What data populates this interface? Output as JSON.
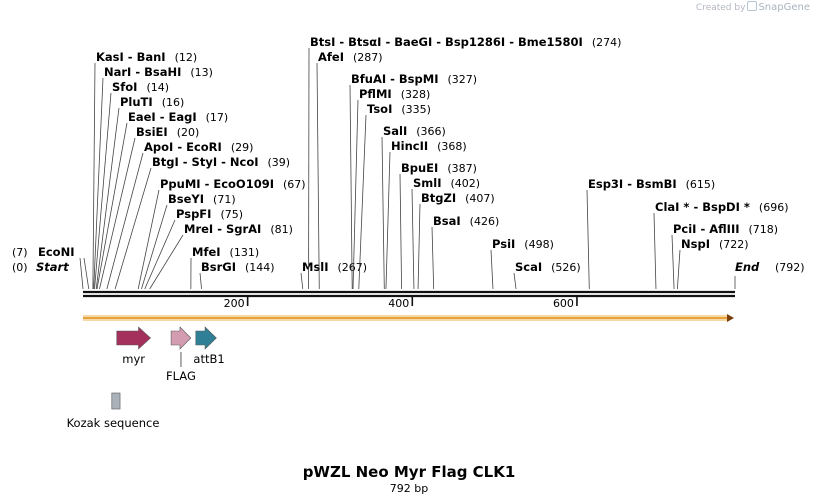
{
  "watermark": {
    "prefix": "Created by",
    "brand": "SnapGene"
  },
  "plasmid": {
    "name": "pWZL Neo Myr Flag CLK1",
    "length_text": "792 bp",
    "total_bp": 792
  },
  "ends": [
    {
      "label": "Start",
      "pos_text": "(0)",
      "bp": 0
    },
    {
      "label": "End",
      "pos_text": "(792)",
      "bp": 792
    }
  ],
  "sites": [
    {
      "name": "EcoNI",
      "pos_text": "(7)",
      "bp": 7,
      "side": "left"
    },
    {
      "name": "KasI  -  BanI",
      "pos_text": "(12)",
      "bp": 12
    },
    {
      "name": "NarI  -  BsaHI",
      "pos_text": "(13)",
      "bp": 13
    },
    {
      "name": "SfoI",
      "pos_text": "(14)",
      "bp": 14
    },
    {
      "name": "PluTI",
      "pos_text": "(16)",
      "bp": 16
    },
    {
      "name": "EaeI  -  EagI",
      "pos_text": "(17)",
      "bp": 17
    },
    {
      "name": "BsiEI",
      "pos_text": "(20)",
      "bp": 20
    },
    {
      "name": "ApoI  -  EcoRI",
      "pos_text": "(29)",
      "bp": 29
    },
    {
      "name": "BtgI  -  StyI  -  NcoI",
      "pos_text": "(39)",
      "bp": 39
    },
    {
      "name": "PpuMI  -  EcoO109I",
      "pos_text": "(67)",
      "bp": 67
    },
    {
      "name": "BseYI",
      "pos_text": "(71)",
      "bp": 71
    },
    {
      "name": "PspFI",
      "pos_text": "(75)",
      "bp": 75
    },
    {
      "name": "MreI  -  SgrAI",
      "pos_text": "(81)",
      "bp": 81
    },
    {
      "name": "MfeI",
      "pos_text": "(131)",
      "bp": 131
    },
    {
      "name": "BsrGI",
      "pos_text": "(144)",
      "bp": 144
    },
    {
      "name": "MslI",
      "pos_text": "(267)",
      "bp": 267
    },
    {
      "name": "BtsI  -  BtsαI  -  BaeGI  -  Bsp1286I  -  Bme1580I",
      "pos_text": "(274)",
      "bp": 274
    },
    {
      "name": "AfeI",
      "pos_text": "(287)",
      "bp": 287
    },
    {
      "name": "BfuAI  -  BspMI",
      "pos_text": "(327)",
      "bp": 327
    },
    {
      "name": "PflMI",
      "pos_text": "(328)",
      "bp": 328
    },
    {
      "name": "TsoI",
      "pos_text": "(335)",
      "bp": 335
    },
    {
      "name": "SalI",
      "pos_text": "(366)",
      "bp": 366
    },
    {
      "name": "HincII",
      "pos_text": "(368)",
      "bp": 368
    },
    {
      "name": "BpuEI",
      "pos_text": "(387)",
      "bp": 387
    },
    {
      "name": "SmlI",
      "pos_text": "(402)",
      "bp": 402
    },
    {
      "name": "BtgZI",
      "pos_text": "(407)",
      "bp": 407
    },
    {
      "name": "BsaI",
      "pos_text": "(426)",
      "bp": 426
    },
    {
      "name": "PsiI",
      "pos_text": "(498)",
      "bp": 498
    },
    {
      "name": "ScaI",
      "pos_text": "(526)",
      "bp": 526
    },
    {
      "name": "Esp3I  -  BsmBI",
      "pos_text": "(615)",
      "bp": 615
    },
    {
      "name": "ClaI *  -  BspDI *",
      "pos_text": "(696)",
      "bp": 696
    },
    {
      "name": "PciI  -  AflIII",
      "pos_text": "(718)",
      "bp": 718
    },
    {
      "name": "NspI",
      "pos_text": "(722)",
      "bp": 722
    }
  ],
  "ticks": [
    {
      "label": "200",
      "bp": 200
    },
    {
      "label": "400",
      "bp": 400
    },
    {
      "label": "600",
      "bp": 600
    }
  ],
  "features": [
    {
      "name": "myr",
      "start": 41,
      "end": 82,
      "type": "arrow",
      "color": "#a3315c"
    },
    {
      "name": "FLAG",
      "start": 107,
      "end": 131,
      "type": "arrow",
      "color": "#d49cb1"
    },
    {
      "name": "attB1",
      "start": 137,
      "end": 162,
      "type": "arrow",
      "color": "#2f7f96"
    },
    {
      "name": "Kozak sequence",
      "start": 35,
      "end": 45,
      "type": "box",
      "color": "#a9b1ba"
    }
  ],
  "colors": {
    "backbone": "#111111",
    "orf": "#e8a33b",
    "orf_arrow": "#7a3e0a"
  }
}
